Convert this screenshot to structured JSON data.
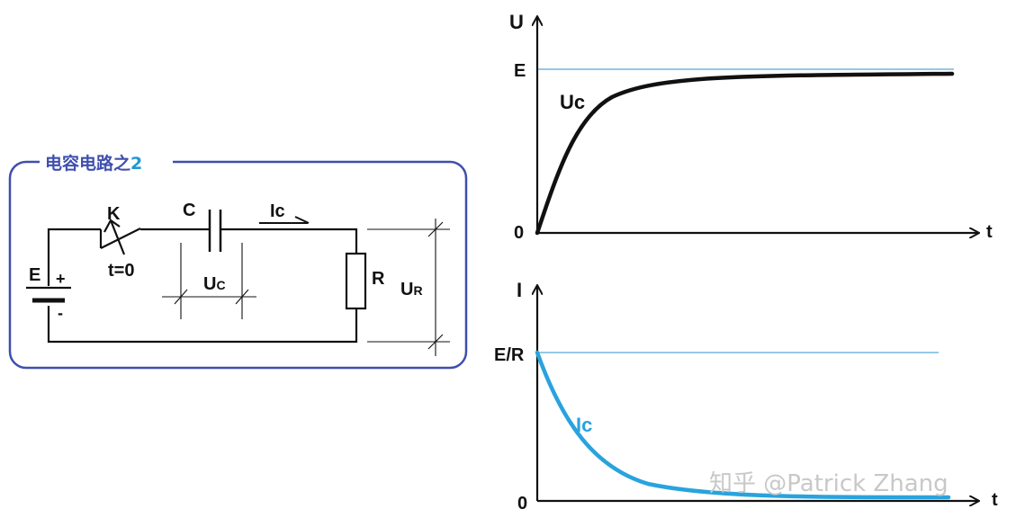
{
  "colors": {
    "frame": "#3f4fae",
    "title": "#3f4fae",
    "title_num": "#1f97d6",
    "wire": "#111111",
    "uc_curve": "#111111",
    "ic_curve": "#29a3dd",
    "asymptote": "#2f8fd0",
    "watermark": "#c8c8c8"
  },
  "circuit": {
    "title": "电容电路之",
    "title_num": "2",
    "battery_label": "E",
    "battery_plus": "+",
    "battery_minus": "-",
    "switch_label": "K",
    "switch_time": "t=0",
    "capacitor_label": "C",
    "current_label": "Ic",
    "cap_voltage_main": "U",
    "cap_voltage_sub": "C",
    "resistor_label": "R",
    "res_voltage_main": "U",
    "res_voltage_sub": "R"
  },
  "graph_u": {
    "y_axis_label": "U",
    "x_axis_label": "t",
    "origin_label": "0",
    "asymptote_label": "E",
    "curve_label": "Uc"
  },
  "graph_i": {
    "y_axis_label": "I",
    "x_axis_label": "t",
    "origin_label": "0",
    "asymptote_label": "E/R",
    "curve_label": "Ic"
  },
  "watermark": "知乎 @Patrick Zhang"
}
